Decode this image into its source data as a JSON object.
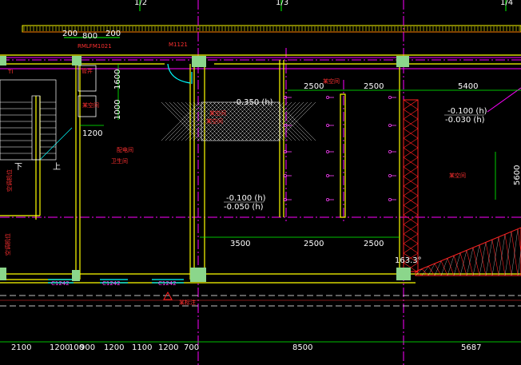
{
  "drawing": {
    "top_dims": {
      "left": "200",
      "mid": "800",
      "right": "200"
    },
    "door_label": "M1121",
    "window_label_top": "RMLFM1021",
    "grid_bubbles_top": [
      "1/2",
      "1/3",
      "1/4"
    ],
    "vertical_dims": {
      "upper": "1600",
      "lower": "1000"
    },
    "dim_1200_left": "1200",
    "row_dims_top": [
      "2500",
      "2500",
      "5400"
    ],
    "right_dim_vertical": "5600",
    "row_dims_mid": [
      "3500",
      "2500",
      "2500"
    ],
    "levels": {
      "stair_level": "-0.350 (h)",
      "left_mid_a": "-0.100 (h)",
      "left_mid_b": "-0.050 (h)",
      "right_top_a": "-0.100 (h)",
      "right_top_b": "-0.030 (h)"
    },
    "angle": "163.3°",
    "bottom_dims": [
      "2100",
      "1200",
      "100",
      "900",
      "1200",
      "1100",
      "1200",
      "700",
      "8500",
      "5687"
    ],
    "window_marks": [
      "C1242",
      "C1242",
      "C1242"
    ],
    "room_labels": {
      "room_a": "TI",
      "room_b": "管井",
      "room_c": "配电间",
      "room_d": "卫生间",
      "room_e": "某空间",
      "room_f": "某空间",
      "room_g": "某空间",
      "stair_down": "下",
      "stair_up": "上",
      "side_left": "空调机位",
      "side_left2": "空调机位",
      "hatch_note": "某空间",
      "hatch_note2": "某空间",
      "grid_label_bottom": "某标注"
    },
    "colors": {
      "background": "#000000",
      "wall": "#ffff00",
      "axis": "#ff00ff",
      "dimension": "#00ff00",
      "text": "#ffffff",
      "accent_red": "#ff2020",
      "column": "#7fd17f"
    }
  }
}
